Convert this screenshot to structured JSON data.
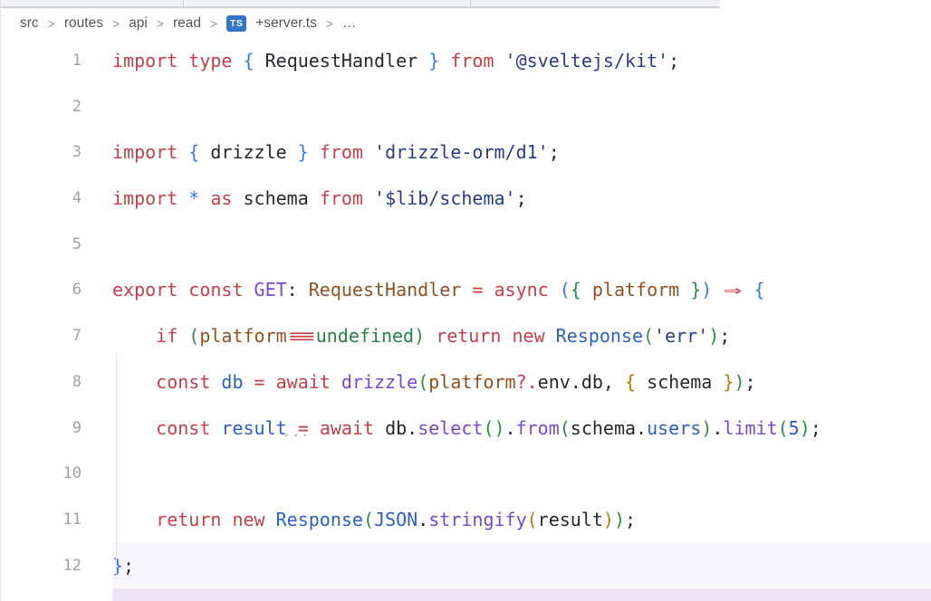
{
  "colors": {
    "background": "#ffffff",
    "keyword_red": "#c73e47",
    "plain_text": "#24292e",
    "string_navy": "#263c85",
    "function_purple": "#7648d0",
    "constant_blue": "#2a5fc7",
    "parameter_brown": "#91501f",
    "bracket_blue": "#3a78e0",
    "bracket_green": "#2f8b47",
    "bracket_gold": "#a8800a",
    "undefined_green": "#27813f",
    "line_number_gray": "#9ba1aa",
    "breadcrumb_gray": "#53565c",
    "separator_gray": "#8d929a",
    "ts_icon_blue": "#3178c6",
    "current_line_bg": "#f9f5fc",
    "bottom_band_bg": "#ece5f6",
    "tabbar_bg": "#f1f2f5",
    "tabbar_border": "#cdd1d8",
    "indent_guide": "#e4e6ea",
    "inlay_gray": "#9aa0a6",
    "window_border": "#dfe2e6"
  },
  "breadcrumb": {
    "path_items": [
      "src",
      "routes",
      "api",
      "read"
    ],
    "separator": ">",
    "file_icon_label": "TS",
    "file_name": "+server.ts",
    "overflow": "…"
  },
  "editor": {
    "current_line": 12,
    "inlay_hint": "···",
    "lines": [
      {
        "n": 1,
        "tokens": [
          {
            "c": "kw",
            "t": "import "
          },
          {
            "c": "kw",
            "t": "type "
          },
          {
            "c": "b1",
            "t": "{ "
          },
          {
            "c": "pl",
            "t": "RequestHandler "
          },
          {
            "c": "b1",
            "t": "} "
          },
          {
            "c": "kw",
            "t": "from "
          },
          {
            "c": "str",
            "t": "'@sveltejs/kit'"
          },
          {
            "c": "pl",
            "t": ";"
          }
        ]
      },
      {
        "n": 2,
        "tokens": []
      },
      {
        "n": 3,
        "tokens": [
          {
            "c": "kw",
            "t": "import "
          },
          {
            "c": "b1",
            "t": "{ "
          },
          {
            "c": "pl",
            "t": "drizzle "
          },
          {
            "c": "b1",
            "t": "} "
          },
          {
            "c": "kw",
            "t": "from "
          },
          {
            "c": "str",
            "t": "'drizzle-orm/d1'"
          },
          {
            "c": "pl",
            "t": ";"
          }
        ]
      },
      {
        "n": 4,
        "tokens": [
          {
            "c": "kw",
            "t": "import "
          },
          {
            "c": "b1",
            "t": "* "
          },
          {
            "c": "kw",
            "t": "as "
          },
          {
            "c": "pl",
            "t": "schema "
          },
          {
            "c": "kw",
            "t": "from "
          },
          {
            "c": "str",
            "t": "'$lib/schema'"
          },
          {
            "c": "pl",
            "t": ";"
          }
        ]
      },
      {
        "n": 5,
        "tokens": []
      },
      {
        "n": 6,
        "tokens": [
          {
            "c": "kw",
            "t": "export "
          },
          {
            "c": "kw",
            "t": "const "
          },
          {
            "c": "fn",
            "t": "GET"
          },
          {
            "c": "pl",
            "t": ": "
          },
          {
            "c": "par",
            "t": "RequestHandler "
          },
          {
            "c": "kw",
            "t": "= "
          },
          {
            "c": "kw",
            "t": "async "
          },
          {
            "c": "b1",
            "t": "("
          },
          {
            "c": "b2",
            "t": "{ "
          },
          {
            "c": "par",
            "t": "platform "
          },
          {
            "c": "b2",
            "t": "}"
          },
          {
            "c": "b1",
            "t": ") "
          },
          {
            "c": "arrow",
            "t": "⇒"
          },
          {
            "c": "pl",
            "t": " "
          },
          {
            "c": "b1",
            "t": "{"
          }
        ]
      },
      {
        "n": 7,
        "tokens": [
          {
            "c": "pl",
            "t": "    "
          },
          {
            "c": "kw",
            "t": "if "
          },
          {
            "c": "b2",
            "t": "("
          },
          {
            "c": "par",
            "t": "platform"
          },
          {
            "c": "eq3",
            "t": "≡"
          },
          {
            "c": "und",
            "t": "undefined"
          },
          {
            "c": "b2",
            "t": ") "
          },
          {
            "c": "kw",
            "t": "return "
          },
          {
            "c": "kw",
            "t": "new "
          },
          {
            "c": "con",
            "t": "Response"
          },
          {
            "c": "b2",
            "t": "("
          },
          {
            "c": "str",
            "t": "'err'"
          },
          {
            "c": "b2",
            "t": ")"
          },
          {
            "c": "pl",
            "t": ";"
          }
        ]
      },
      {
        "n": 8,
        "tokens": [
          {
            "c": "pl",
            "t": "    "
          },
          {
            "c": "kw",
            "t": "const "
          },
          {
            "c": "con",
            "t": "db "
          },
          {
            "c": "kw",
            "t": "= "
          },
          {
            "c": "kw",
            "t": "await "
          },
          {
            "c": "fn",
            "t": "drizzle"
          },
          {
            "c": "b2",
            "t": "("
          },
          {
            "c": "par",
            "t": "platform"
          },
          {
            "c": "kw",
            "t": "?."
          },
          {
            "c": "pl",
            "t": "env.db"
          },
          {
            "c": "pl",
            "t": ", "
          },
          {
            "c": "b3",
            "t": "{ "
          },
          {
            "c": "pl",
            "t": "schema "
          },
          {
            "c": "b3",
            "t": "}"
          },
          {
            "c": "b2",
            "t": ")"
          },
          {
            "c": "pl",
            "t": ";"
          }
        ]
      },
      {
        "n": 9,
        "tokens": [
          {
            "c": "pl",
            "t": "    "
          },
          {
            "c": "kw",
            "t": "const "
          },
          {
            "c": "con",
            "t": "result "
          },
          {
            "c": "kw",
            "t": "= "
          },
          {
            "c": "kw",
            "t": "await "
          },
          {
            "c": "pl",
            "t": "db."
          },
          {
            "c": "fn",
            "t": "select"
          },
          {
            "c": "b2",
            "t": "()"
          },
          {
            "c": "pl",
            "t": "."
          },
          {
            "c": "fn",
            "t": "from"
          },
          {
            "c": "b2",
            "t": "("
          },
          {
            "c": "pl",
            "t": "schema."
          },
          {
            "c": "con",
            "t": "users"
          },
          {
            "c": "b2",
            "t": ")"
          },
          {
            "c": "pl",
            "t": "."
          },
          {
            "c": "fn",
            "t": "limit"
          },
          {
            "c": "b2",
            "t": "("
          },
          {
            "c": "con",
            "t": "5"
          },
          {
            "c": "b2",
            "t": ")"
          },
          {
            "c": "pl",
            "t": ";"
          }
        ]
      },
      {
        "n": 10,
        "tokens": []
      },
      {
        "n": 11,
        "tokens": [
          {
            "c": "pl",
            "t": "    "
          },
          {
            "c": "kw",
            "t": "return "
          },
          {
            "c": "kw",
            "t": "new "
          },
          {
            "c": "con",
            "t": "Response"
          },
          {
            "c": "b2",
            "t": "("
          },
          {
            "c": "con",
            "t": "JSON"
          },
          {
            "c": "pl",
            "t": "."
          },
          {
            "c": "fn",
            "t": "stringify"
          },
          {
            "c": "b3",
            "t": "("
          },
          {
            "c": "pl",
            "t": "result"
          },
          {
            "c": "b3",
            "t": ")"
          },
          {
            "c": "b2",
            "t": ")"
          },
          {
            "c": "pl",
            "t": ";"
          }
        ]
      },
      {
        "n": 12,
        "tokens": [
          {
            "c": "b1",
            "t": "}"
          },
          {
            "c": "pl",
            "t": ";"
          }
        ]
      }
    ]
  }
}
